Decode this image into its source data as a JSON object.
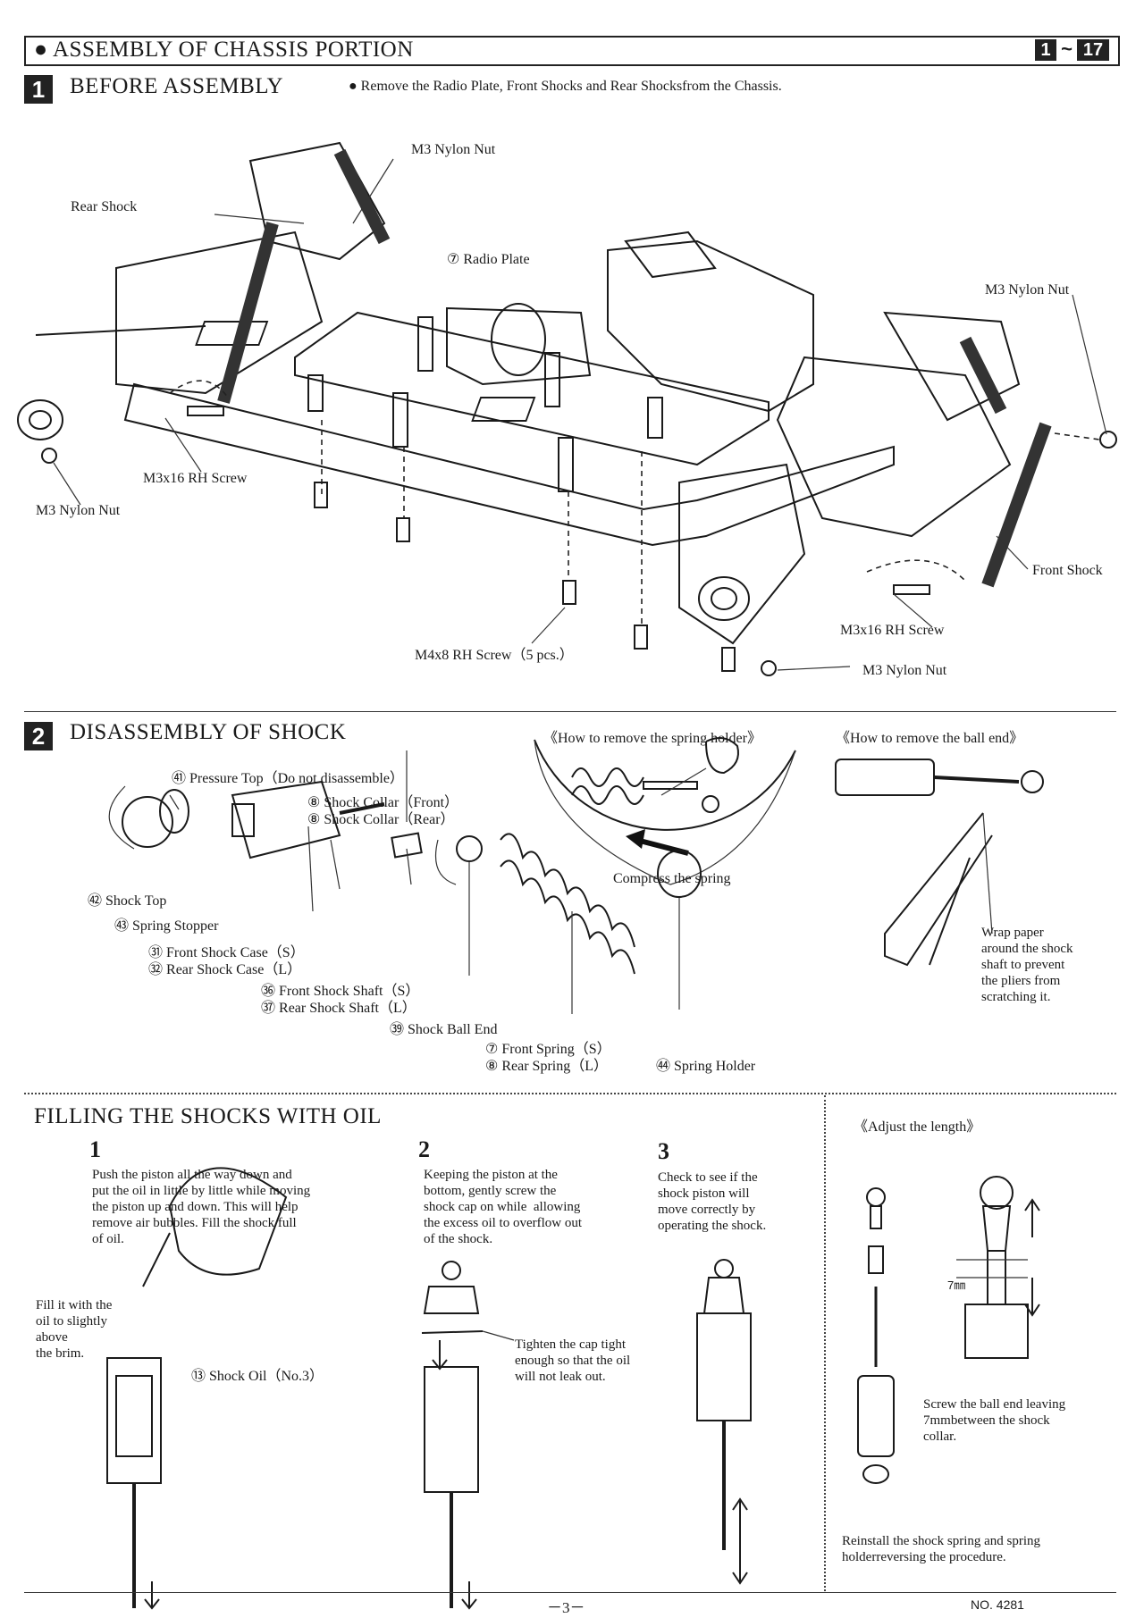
{
  "header": {
    "title": "ASSEMBLY OF CHASSIS PORTION",
    "bullet": "●",
    "page_range_start": "1",
    "page_range_sep": "~",
    "page_range_end": "17"
  },
  "section1": {
    "number": "1",
    "title": "BEFORE ASSEMBLY",
    "instruction": "● Remove the Radio Plate, Front Shocks and Rear Shocksfrom the Chassis.",
    "labels": {
      "m3_nylon_nut_top": "M3 Nylon Nut",
      "rear_shock": "Rear Shock",
      "radio_plate_num": "⑦",
      "radio_plate": "Radio Plate",
      "m3_nylon_nut_right": "M3 Nylon Nut",
      "m3x16_left": "M3x16 RH Screw",
      "m3_nylon_nut_left": "M3 Nylon Nut",
      "front_shock": "Front Shock",
      "m3x16_right": "M3x16 RH Screw",
      "m4x8": "M4x8 RH Screw（5 pcs.）",
      "m3_nylon_nut_bottom": "M3 Nylon Nut"
    }
  },
  "section2": {
    "number": "2",
    "title": "DISASSEMBLY OF SHOCK",
    "spring_holder_caption": "《How to remove the spring holder》",
    "ball_end_caption": "《How to remove the ball end》",
    "compress": "Compress the spring",
    "wrap_paper": "Wrap paper\naround the shock\nshaft to prevent\nthe pliers from\nscratching it.",
    "parts": {
      "p41_num": "㊶",
      "p41": "Pressure Top（Do not disassemble）",
      "p88_num": "⑧",
      "p88": "Shock Collar（Front）",
      "p89_num": "⑧",
      "p89": "Shock Collar（Rear）",
      "p42_num": "㊷",
      "p42": "Shock Top",
      "p43_num": "㊸",
      "p43": "Spring Stopper",
      "p31_num": "㉛",
      "p31": "Front Shock Case（S）",
      "p32_num": "㉜",
      "p32": "Rear Shock Case（L）",
      "p36_num": "㊱",
      "p36": "Front Shock Shaft（S）",
      "p37_num": "㊲",
      "p37": "Rear Shock Shaft（L）",
      "p39_num": "㊴",
      "p39": "Shock Ball End",
      "p79_num": "⑦",
      "p79": "Front Spring（S）",
      "p80_num": "⑧",
      "p80": "Rear Spring（L）",
      "p44_num": "㊹",
      "p44": "Spring Holder"
    }
  },
  "section3": {
    "title": "FILLING THE SHOCKS WITH OIL",
    "step1_num": "1",
    "step1": "Push the piston all the way down and\nput the oil in little by little while moving\nthe piston up and down. This will help\nremove air bubbles. Fill the shock full\nof oil.",
    "fill_note": "Fill it with the\noil to slightly\nabove\nthe brim.",
    "oil_num": "⑬",
    "oil": "Shock Oil（No.3）",
    "step2_num": "2",
    "step2": "Keeping the piston at the\nbottom, gently screw the\nshock cap on while  allowing\nthe excess oil to overflow out\nof the shock.",
    "tighten": "Tighten the cap tight\nenough so that the oil\nwill not leak out.",
    "step3_num": "3",
    "step3": "Check to see if the\nshock piston will\nmove correctly by\noperating the shock.",
    "adjust_caption": "《Adjust the length》",
    "gap": "7㎜",
    "screw_ball_end": "Screw the ball end leaving\n7mmbetween the shock\ncollar.",
    "reinstall": "Reinstall the shock spring and spring\nholderreversing the procedure."
  },
  "footer": {
    "page": "－3－",
    "doc_no": "NO. 4281"
  }
}
